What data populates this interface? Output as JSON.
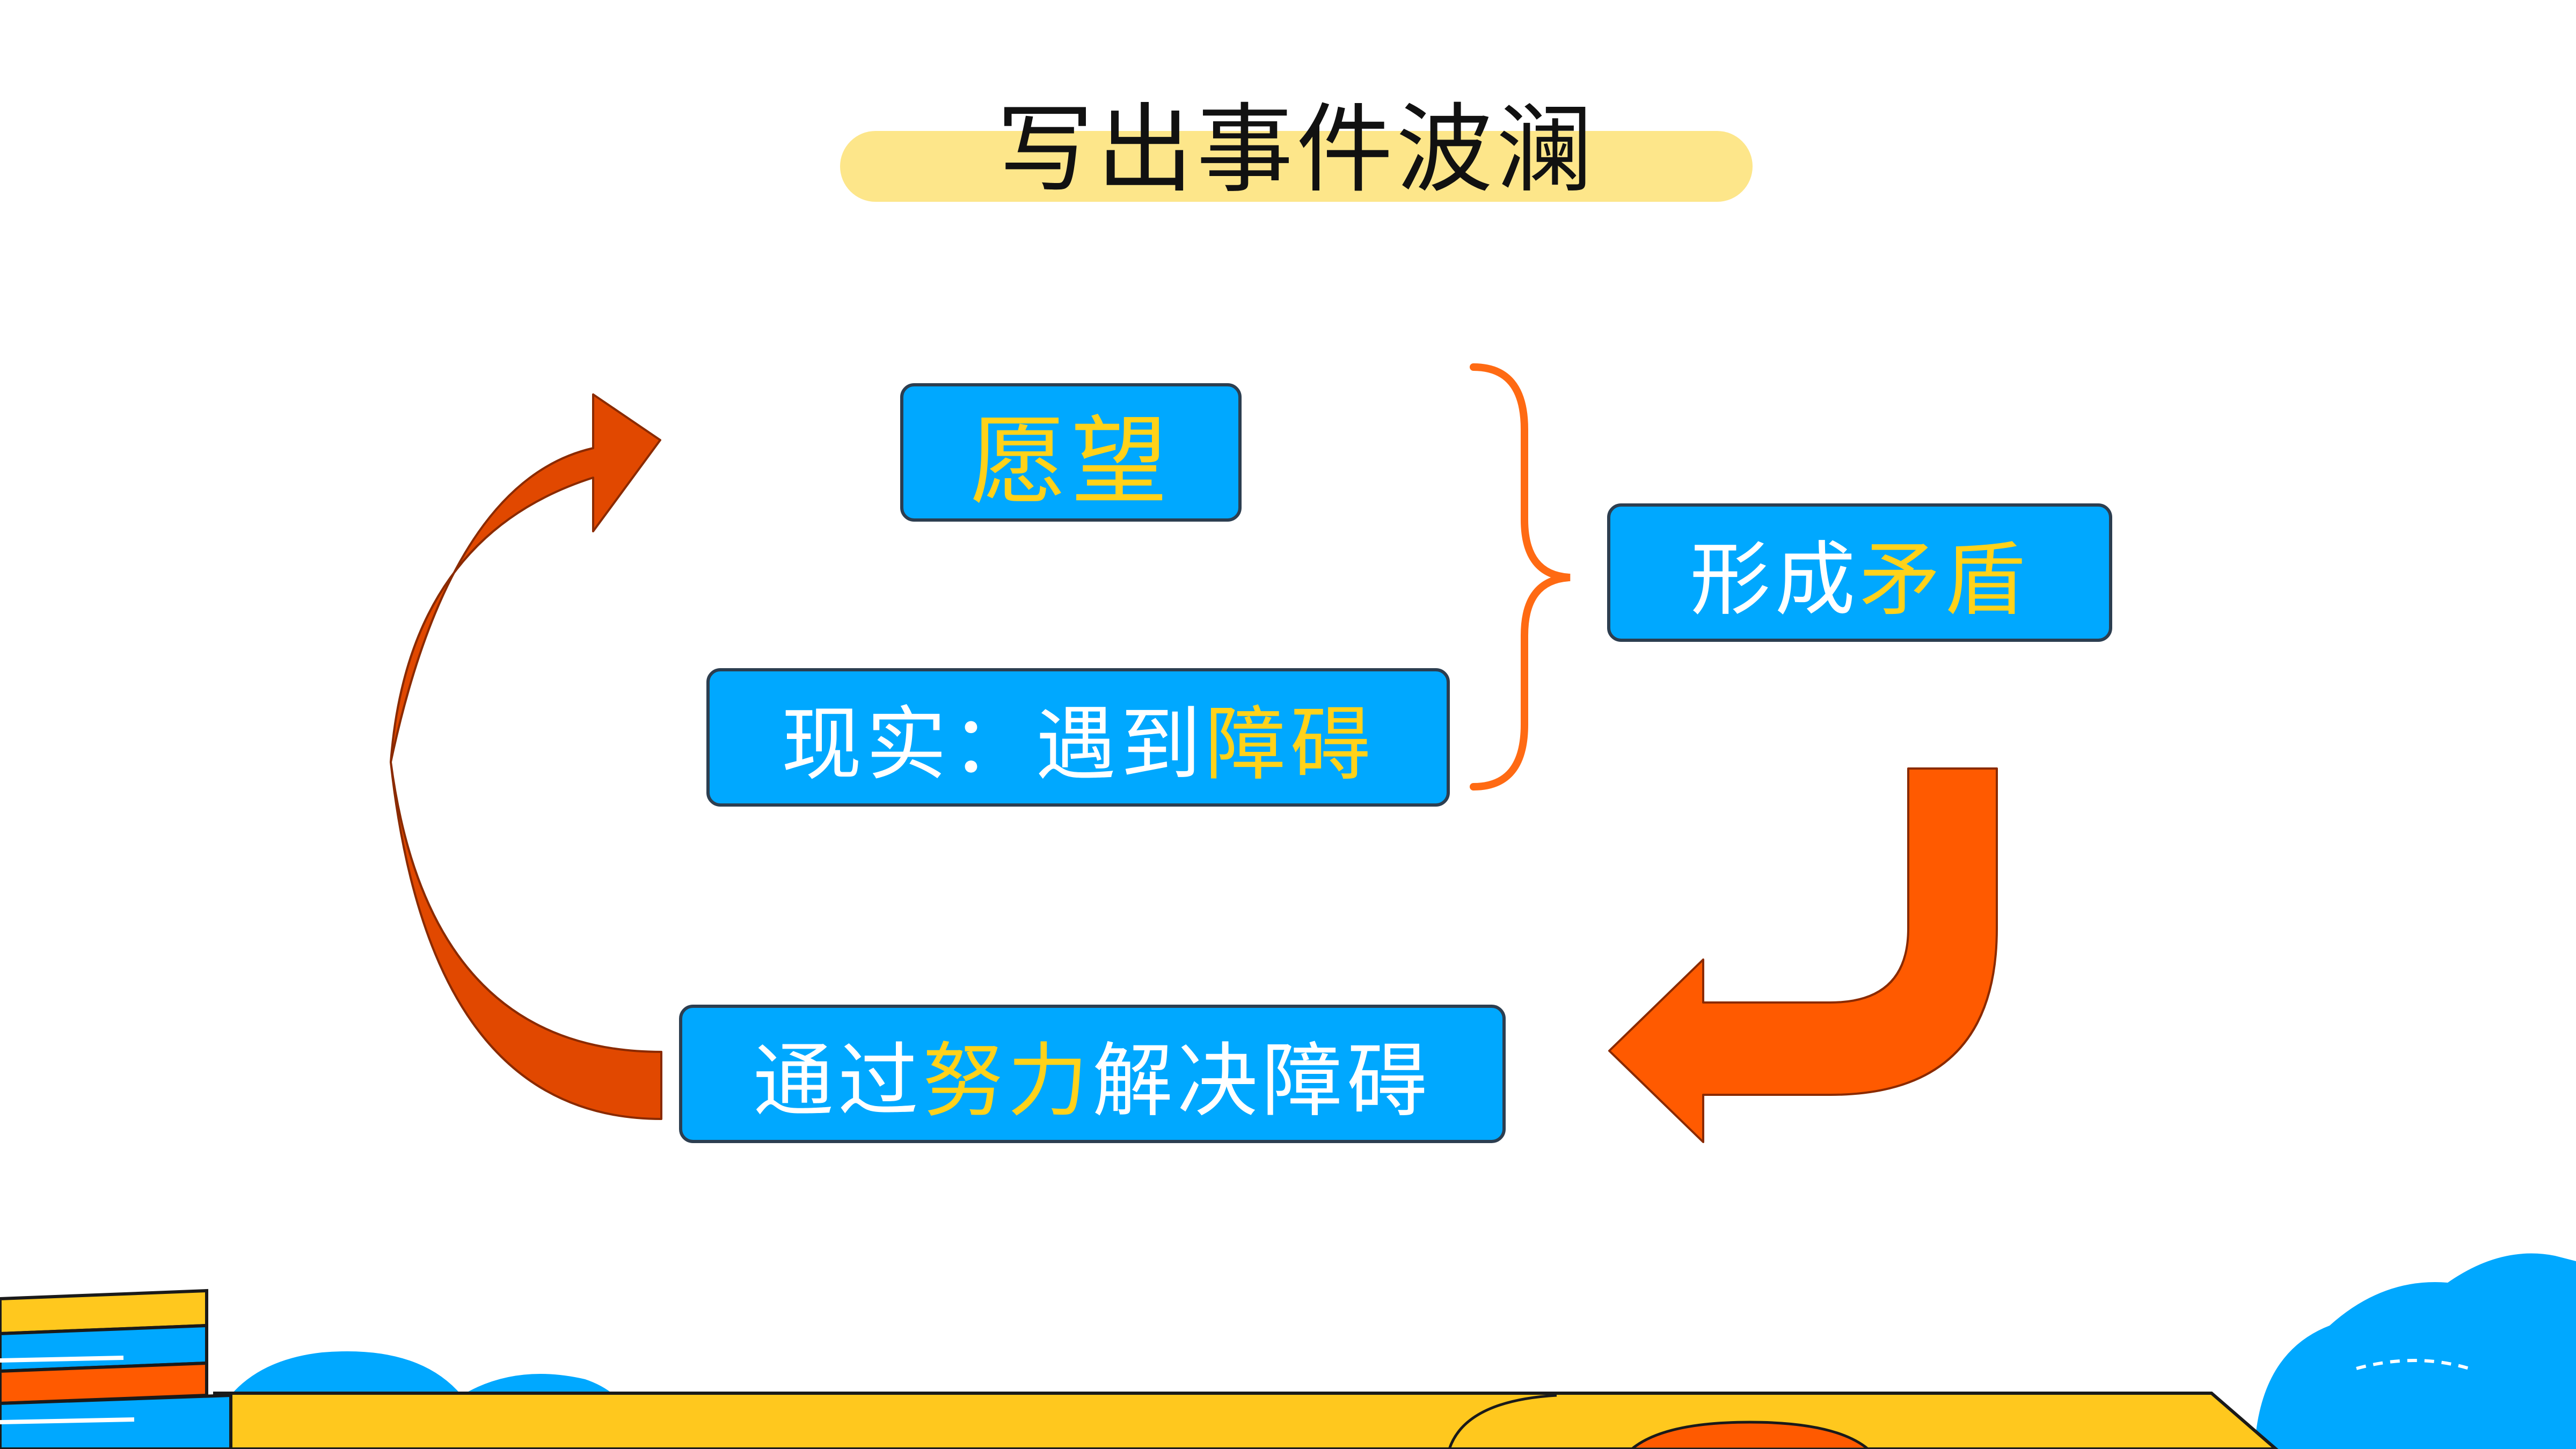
{
  "title": "写出事件波澜",
  "nodes": {
    "wish": {
      "text": "愿望"
    },
    "reality": {
      "prefix": "现实：遇到",
      "highlight": "障碍"
    },
    "conflict": {
      "prefix": "形成",
      "highlight": "矛盾"
    },
    "resolve": {
      "prefix": "通过",
      "highlight": "努力",
      "suffix": "解决障碍"
    }
  },
  "colors": {
    "box_fill": "#00a8ff",
    "box_border": "#2c3e50",
    "highlight_text": "#ffd21a",
    "title_bar": "#fde68a",
    "arrow": "#ff5a00",
    "bracket": "#ff6a13",
    "ground": "#ffc81e",
    "cloud": "#00a8ff"
  }
}
